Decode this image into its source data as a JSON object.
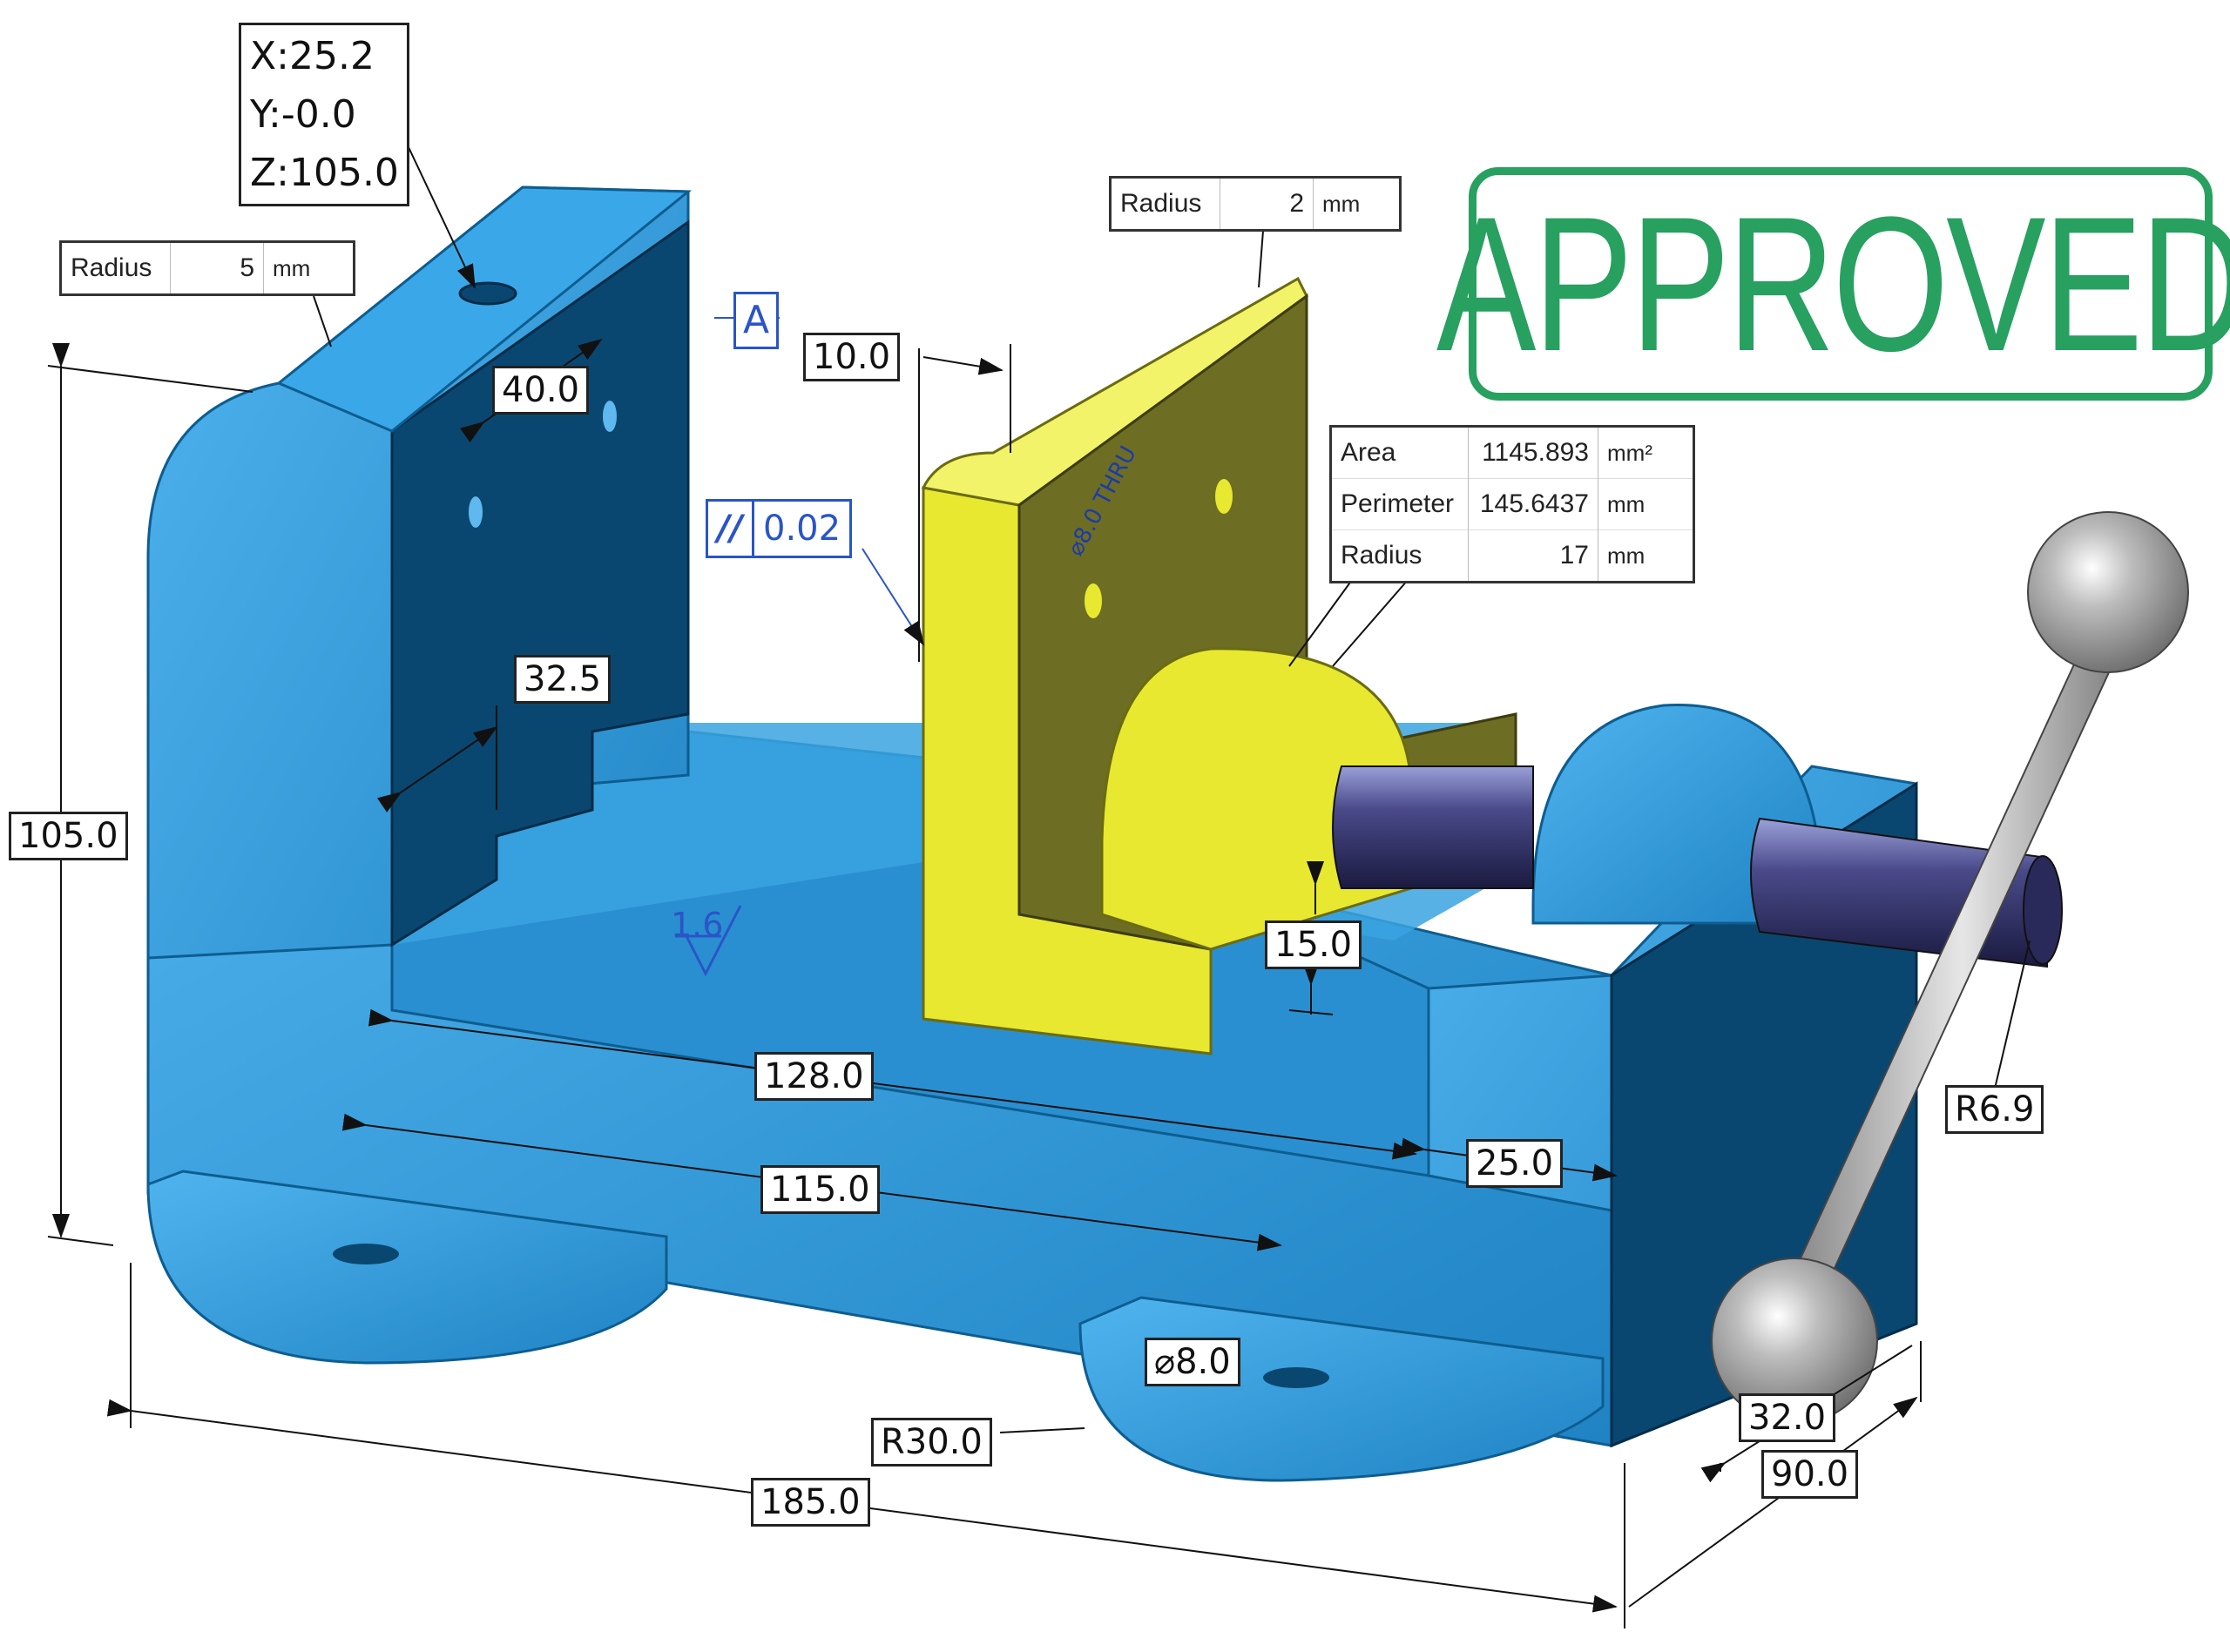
{
  "coordinate_readout": {
    "x": "X:25.2",
    "y": "Y:-0.0",
    "z": "Z:105.0"
  },
  "radius_table_left": {
    "label": "Radius",
    "value": "5",
    "unit": "mm"
  },
  "radius_table_jaw": {
    "label": "Radius",
    "value": "2",
    "unit": "mm"
  },
  "measure_table": {
    "rows": [
      {
        "label": "Area",
        "value": "1145.893",
        "unit": "mm²"
      },
      {
        "label": "Perimeter",
        "value": "145.6437",
        "unit": "mm"
      },
      {
        "label": "Radius",
        "value": "17",
        "unit": "mm"
      }
    ]
  },
  "stamp": {
    "text": "APPROVED",
    "color": "#27a060"
  },
  "datum_label": "A",
  "parallelism": {
    "symbol": "//",
    "tolerance": "0.02"
  },
  "surface_finish": "1.6",
  "hole_note": "⌀8.0 THRU",
  "dimensions": {
    "d_40": "40.0",
    "d_32_5": "32.5",
    "d_10": "10.0",
    "d_105": "105.0",
    "d_15": "15.0",
    "d_128": "128.0",
    "d_115": "115.0",
    "d_25": "25.0",
    "d_8": "⌀8.0",
    "d_r30": "R30.0",
    "d_185": "185.0",
    "d_32": "32.0",
    "d_90": "90.0",
    "d_r6_9": "R6.9"
  },
  "colors": {
    "body_blue": "#2f9ad8",
    "body_dark": "#0a4770",
    "jaw_yellow": "#e8e830",
    "screw": "#3a3a70",
    "handle": "#a8a8a8",
    "annotation_blue": "#2a55c8"
  }
}
